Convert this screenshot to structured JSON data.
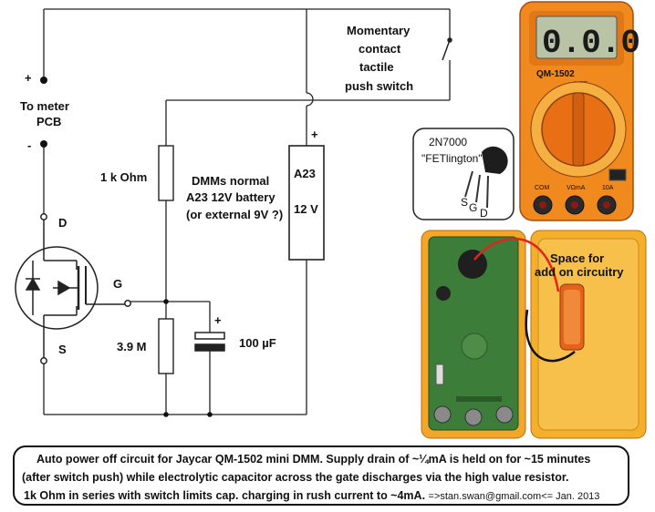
{
  "labels": {
    "switch": [
      "Momentary",
      "contact",
      "tactile",
      "push switch"
    ],
    "meter_pcb": [
      "To meter",
      "PCB"
    ],
    "plus": "+",
    "minus": "-",
    "resistor_1k": "1 k Ohm",
    "battery_note": [
      "DMMs normal",
      "A23 12V battery",
      "(or external 9V ?)"
    ],
    "battery_top": "A23",
    "battery_bottom": "12 V",
    "mosfet_d": "D",
    "mosfet_g": "G",
    "mosfet_s": "S",
    "resistor_39m": "3.9 M",
    "capacitor": "100 µF",
    "transistor_name": "2N7000",
    "transistor_nick": "\"FETlington\"",
    "pins": [
      "S",
      "G",
      "D"
    ],
    "meter_model": "QM-1502",
    "meter_display": "0.0.0",
    "meter_ports": [
      "COM",
      "VΩmA",
      "10A"
    ],
    "meter_off": "OFF",
    "space_note": [
      "Space for",
      "add on circuitry"
    ]
  },
  "caption": {
    "line1": "Auto power off circuit for Jaycar QM-1502 mini DMM. Supply drain of ~¼mA is held on for ~15 minutes",
    "line2": "(after switch push) while electrolytic capacitor across the gate discharges via the high value resistor.",
    "line3": "1k Ohm in series with switch limits cap. charging in rush current to ~4mA.",
    "email": "=>stan.swan@gmail.com<=  Jan. 2013"
  },
  "colors": {
    "meter_body": "#f0891e",
    "meter_dark": "#c8621a",
    "lcd": "#b9c4a6",
    "pcb": "#3d7d3a",
    "case": "#f4b02a",
    "wire": "#222222"
  }
}
